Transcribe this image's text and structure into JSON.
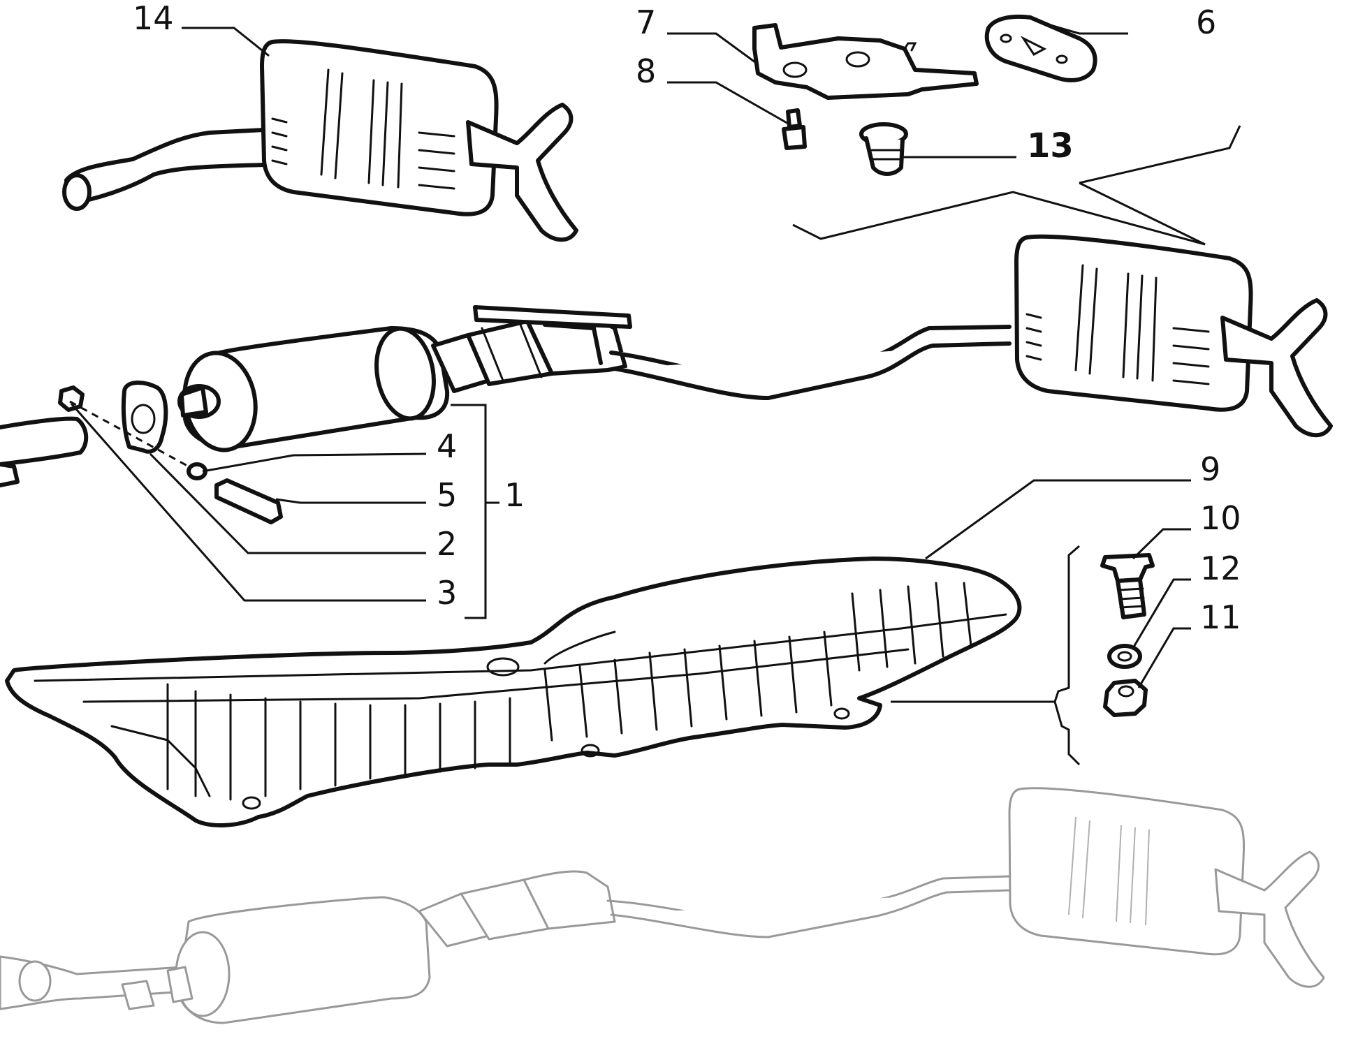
{
  "diagram": {
    "callouts": [
      {
        "id": "14",
        "label": "14",
        "bold": false
      },
      {
        "id": "7",
        "label": "7",
        "bold": false
      },
      {
        "id": "6",
        "label": "6",
        "bold": false
      },
      {
        "id": "8",
        "label": "8",
        "bold": false
      },
      {
        "id": "13",
        "label": "13",
        "bold": true
      },
      {
        "id": "4",
        "label": "4",
        "bold": false
      },
      {
        "id": "5",
        "label": "5",
        "bold": false
      },
      {
        "id": "1",
        "label": "1",
        "bold": false
      },
      {
        "id": "2",
        "label": "2",
        "bold": false
      },
      {
        "id": "3",
        "label": "3",
        "bold": false
      },
      {
        "id": "9",
        "label": "9",
        "bold": false
      },
      {
        "id": "10",
        "label": "10",
        "bold": false
      },
      {
        "id": "12",
        "label": "12",
        "bold": false
      },
      {
        "id": "11",
        "label": "11",
        "bold": false
      }
    ]
  },
  "colors": {
    "line": "#111111",
    "ghost": "#999999",
    "background": "#ffffff"
  }
}
